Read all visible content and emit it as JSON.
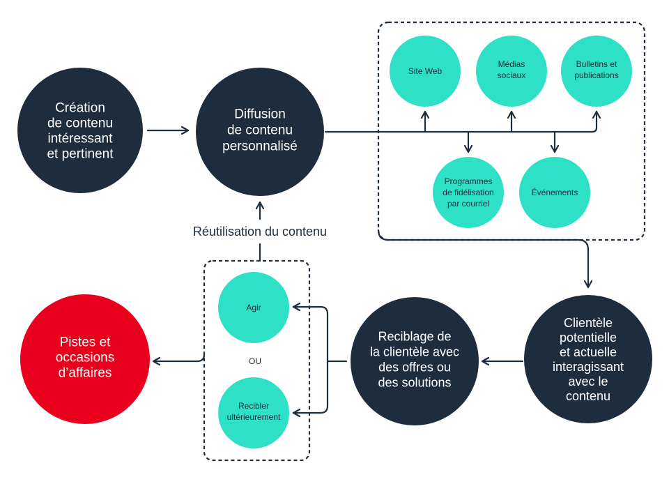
{
  "colors": {
    "dark": "#1e2d3d",
    "teal": "#2ee0c5",
    "red": "#e8001c",
    "white": "#ffffff",
    "line": "#1e2d3d"
  },
  "nodes": {
    "creation": {
      "lines": [
        "Création",
        "de contenu",
        "intéressant",
        "et pertinent"
      ]
    },
    "diffusion": {
      "lines": [
        "Diffusion",
        "de contenu",
        "personnalisé"
      ]
    },
    "site_web": {
      "lines": [
        "Site Web"
      ]
    },
    "medias_sociaux": {
      "lines": [
        "Médias",
        "sociaux"
      ]
    },
    "bulletins": {
      "lines": [
        "Bulletins et",
        "publications"
      ]
    },
    "programmes": {
      "lines": [
        "Programmes",
        "de fidélisation",
        "par courriel"
      ]
    },
    "evenements": {
      "lines": [
        "Événements"
      ]
    },
    "clientele": {
      "lines": [
        "Clientèle",
        "potentielle",
        "et actuelle",
        "interagissant",
        "avec le",
        "contenu"
      ]
    },
    "reciblage": {
      "lines": [
        "Reciblage de",
        "la clientèle avec",
        "des offres ou",
        "des solutions"
      ]
    },
    "agir": {
      "lines": [
        "Agir"
      ]
    },
    "recibler": {
      "lines": [
        "Recibler",
        "ultérieurement"
      ]
    },
    "pistes": {
      "lines": [
        "Pistes et",
        "occasions",
        "d’affaires"
      ]
    }
  },
  "labels": {
    "reutilisation": "Réutilisation du contenu",
    "ou": "OU"
  }
}
